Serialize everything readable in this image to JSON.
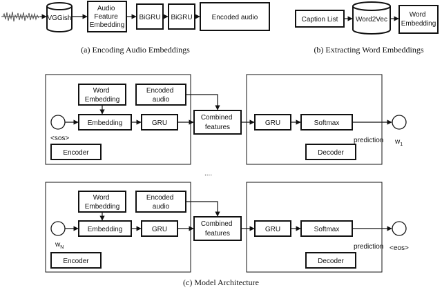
{
  "top_a": {
    "vggish": "VGGish",
    "audio_feature_embedding": [
      "Audio",
      "Feature",
      "Embedding"
    ],
    "bigru_1": "BiGRU",
    "bigru_2": "BiGRU",
    "encoded_audio": "Encoded audio",
    "caption": "(a) Encoding Audio Embeddings"
  },
  "top_b": {
    "caption_list": "Caption List",
    "word2vec": "Word2Vec",
    "word_embedding": [
      "Word",
      "Embedding"
    ],
    "caption": "(b) Extracting Word Embeddings"
  },
  "model": {
    "blocks": [
      {
        "word_embedding": [
          "Word",
          "Embedding"
        ],
        "encoded_audio": [
          "Encoded",
          "audio"
        ],
        "embedding": "Embedding",
        "gru_enc": "GRU",
        "combined": [
          "Combined",
          "features"
        ],
        "gru_dec": "GRU",
        "softmax": "Softmax",
        "prediction": "prediction",
        "encoder": "Encoder",
        "decoder": "Decoder",
        "input_label": "<sos>",
        "output_label": "w",
        "output_sub": "1"
      },
      {
        "word_embedding": [
          "Word",
          "Embedding"
        ],
        "encoded_audio": [
          "Encoded",
          "audio"
        ],
        "embedding": "Embedding",
        "gru_enc": "GRU",
        "combined": [
          "Combined",
          "features"
        ],
        "gru_dec": "GRU",
        "softmax": "Softmax",
        "prediction": "prediction",
        "encoder": "Encoder",
        "decoder": "Decoder",
        "input_label": "w",
        "input_sub": "N",
        "output_label": "<eos>"
      }
    ],
    "ellipsis": "....",
    "caption": "(c) Model Architecture"
  }
}
